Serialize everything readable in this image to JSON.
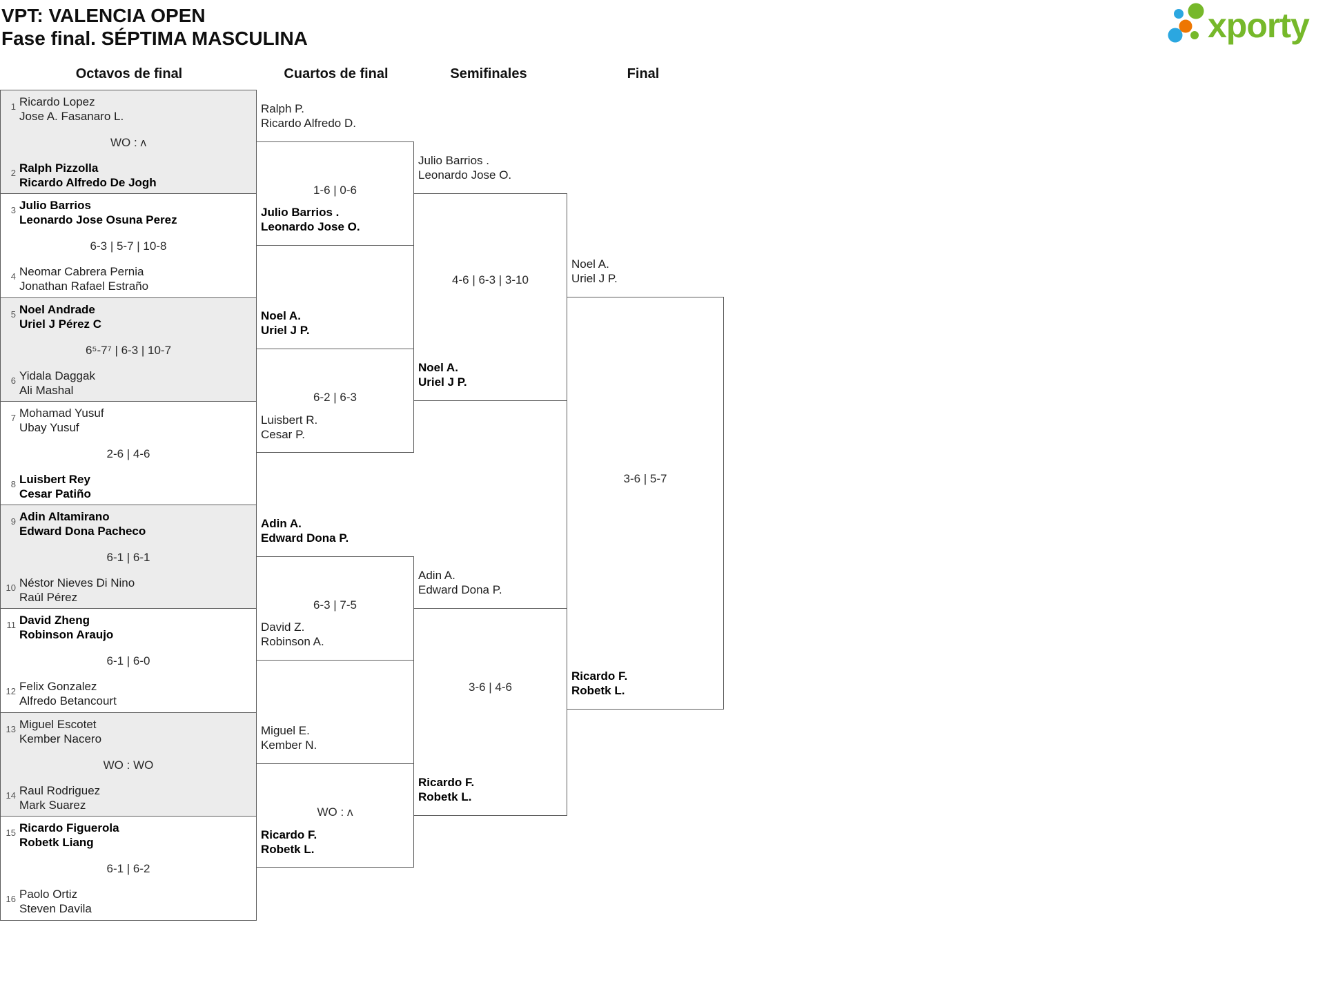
{
  "title": {
    "line1": "VPT: VALENCIA OPEN",
    "line2": "Fase final. SÉPTIMA MASCULINA"
  },
  "logo": {
    "brand": "xporty",
    "green": "#76b82a",
    "blue": "#2ba7e0",
    "orange": "#ee7601"
  },
  "round_headers": [
    "Octavos de final",
    "Cuartos de final",
    "Semifinales",
    "Final"
  ],
  "octavos": [
    {
      "seed_a": "1",
      "team_a": [
        "Ricardo Lopez",
        "Jose A. Fasanaro L."
      ],
      "a_winner": false,
      "score": "WO : ʌ",
      "seed_b": "2",
      "team_b": [
        "Ralph Pizzolla",
        "Ricardo Alfredo De Jogh"
      ],
      "b_winner": true
    },
    {
      "seed_a": "3",
      "team_a": [
        "Julio Barrios",
        "Leonardo Jose Osuna Perez"
      ],
      "a_winner": true,
      "score": "6-3 | 5-7 | 10-8",
      "seed_b": "4",
      "team_b": [
        "Neomar Cabrera Pernia",
        "Jonathan Rafael Estraño"
      ],
      "b_winner": false
    },
    {
      "seed_a": "5",
      "team_a": [
        "Noel Andrade",
        "Uriel J Pérez C"
      ],
      "a_winner": true,
      "score": "6⁵-7⁷ | 6-3 | 10-7",
      "seed_b": "6",
      "team_b": [
        "Yidala Daggak",
        "Ali Mashal"
      ],
      "b_winner": false
    },
    {
      "seed_a": "7",
      "team_a": [
        "Mohamad Yusuf",
        "Ubay Yusuf"
      ],
      "a_winner": false,
      "score": "2-6 | 4-6",
      "seed_b": "8",
      "team_b": [
        "Luisbert Rey",
        "Cesar Patiño"
      ],
      "b_winner": true
    },
    {
      "seed_a": "9",
      "team_a": [
        "Adin Altamirano",
        "Edward Dona Pacheco"
      ],
      "a_winner": true,
      "score": "6-1 | 6-1",
      "seed_b": "10",
      "team_b": [
        "Néstor Nieves Di Nino",
        "Raúl Pérez"
      ],
      "b_winner": false
    },
    {
      "seed_a": "11",
      "team_a": [
        "David Zheng",
        "Robinson Araujo"
      ],
      "a_winner": true,
      "score": "6-1 | 6-0",
      "seed_b": "12",
      "team_b": [
        "Felix Gonzalez",
        "Alfredo Betancourt"
      ],
      "b_winner": false
    },
    {
      "seed_a": "13",
      "team_a": [
        "Miguel Escotet",
        "Kember Nacero"
      ],
      "a_winner": false,
      "score": "WO : WO",
      "seed_b": "14",
      "team_b": [
        "Raul Rodriguez",
        "Mark Suarez"
      ],
      "b_winner": false
    },
    {
      "seed_a": "15",
      "team_a": [
        "Ricardo Figuerola",
        "Robetk Liang"
      ],
      "a_winner": true,
      "score": "6-1 | 6-2",
      "seed_b": "16",
      "team_b": [
        "Paolo Ortiz",
        "Steven Davila"
      ],
      "b_winner": false
    }
  ],
  "cuartos": [
    {
      "top": [
        "Ralph P.",
        "Ricardo Alfredo D."
      ],
      "top_winner": false,
      "score": "1-6 | 0-6",
      "bottom": [
        "Julio Barrios .",
        "Leonardo Jose O."
      ],
      "bottom_winner": true
    },
    {
      "top": [
        "Noel A.",
        "Uriel J P."
      ],
      "top_winner": true,
      "score": "6-2 | 6-3",
      "bottom": [
        "Luisbert R.",
        "Cesar P."
      ],
      "bottom_winner": false
    },
    {
      "top": [
        "Adin A.",
        "Edward Dona P."
      ],
      "top_winner": true,
      "score": "6-3 | 7-5",
      "bottom": [
        "David Z.",
        "Robinson A."
      ],
      "bottom_winner": false
    },
    {
      "top": [
        "Miguel E.",
        "Kember N."
      ],
      "top_winner": false,
      "score": "WO : ʌ",
      "bottom": [
        "Ricardo F.",
        "Robetk L."
      ],
      "bottom_winner": true
    }
  ],
  "semifinales": [
    {
      "top": [
        "Julio Barrios .",
        "Leonardo Jose O."
      ],
      "top_winner": false,
      "score": "4-6 | 6-3 | 3-10",
      "bottom": [
        "Noel A.",
        "Uriel J P."
      ],
      "bottom_winner": true
    },
    {
      "top": [
        "Adin A.",
        "Edward Dona P."
      ],
      "top_winner": false,
      "score": "3-6 | 4-6",
      "bottom": [
        "Ricardo F.",
        "Robetk L."
      ],
      "bottom_winner": true
    }
  ],
  "final": {
    "top": [
      "Noel A.",
      "Uriel J P."
    ],
    "top_winner": false,
    "score": "3-6 | 5-7",
    "bottom": [
      "Ricardo F.",
      "Robetk L."
    ],
    "bottom_winner": true
  }
}
